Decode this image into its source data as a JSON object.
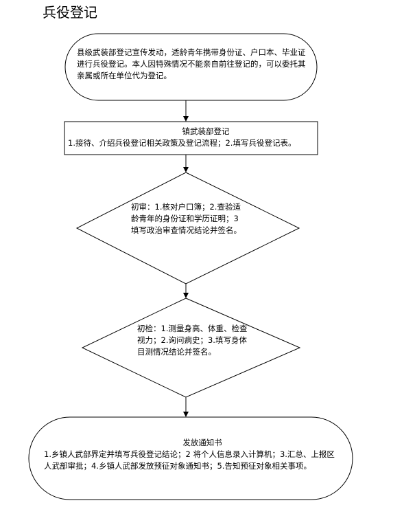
{
  "title": "兵役登记",
  "nodes": {
    "start": {
      "text": "县级武装部登记宣传发动，适龄青年携带身份证、户口本、毕业证进行兵役登记。本人因特殊情况不能亲自前往登记的，可以委托其亲属或所在单位代为登记。"
    },
    "town_registration": {
      "title": "镇武装部登记",
      "body": "1.接待、介绍兵役登记相关政策及登记流程；2.填写兵役登记表。"
    },
    "initial_review": {
      "text": "初审：1.核对户口簿；2.查验适龄青年的身份证和学历证明；3 填写政治审查情况结论并签名。"
    },
    "initial_exam": {
      "text": "初检：1.测量身高、体重、检查视力；2.询问病史；3.填写身体目测情况结论并签名。"
    },
    "notice": {
      "title": "发放通知书",
      "body": "1.乡镇人武部界定并填写兵役登记结论；2 将个人信息录入计算机；3.汇总、上报区人武部审批；4.乡镇人武部发放预征对象通知书；5.告知预征对象相关事项。"
    }
  }
}
